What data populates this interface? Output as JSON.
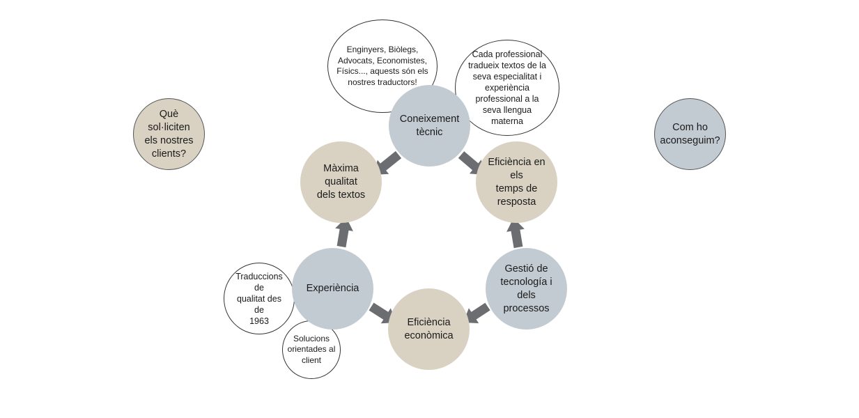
{
  "side": {
    "left_question": "Què\nsol·liciten\nels nostres\nclients?",
    "right_question": "Com ho\naconseguim?"
  },
  "cycle": {
    "coneixement": "Coneixement\ntècnic",
    "maxima_qualitat": "Màxima qualitat\ndels textos",
    "eficiencia_temps": "Eficiència en els\ntemps de\nresposta",
    "gestio": "Gestió de\ntecnología i\ndels\nprocessos",
    "eficiencia_economica": "Eficiència\neconòmica",
    "experiencia": "Experiència"
  },
  "callouts": {
    "professionals": "Enginyers, Biòlegs,\nAdvocats, Economistes,\nFísics..., aquests són els\nnostres traductors!",
    "especialitat": "Cada professional\ntradueix textos de la\nseva especialitat i\nexperiència\nprofessional a la\nseva llengua\nmaterna",
    "traduccions": "Traduccions de\nqualitat des de\n1963",
    "solucions": "Solucions\norientades al\nclient"
  },
  "colors": {
    "beige": "#d9d2c3",
    "grey_blue": "#c3cbd2",
    "arrow": "#6b6d70",
    "outline": "#333333"
  }
}
